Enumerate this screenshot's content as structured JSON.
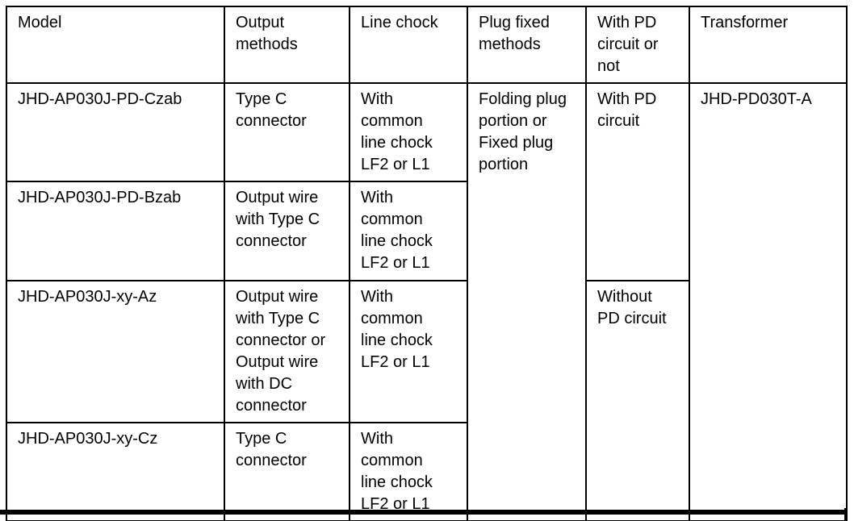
{
  "table": {
    "headers": {
      "model": "Model",
      "output_methods": "Output\nmethods",
      "line_chock": "Line chock",
      "plug_fixed_methods": "Plug fixed\nmethods",
      "pd_circuit": "With PD\ncircuit or\nnot",
      "transformer": "Transformer"
    },
    "rows": [
      {
        "model": "JHD-AP030J-PD-Czab",
        "output": "Type C\nconnector",
        "chock": "With\ncommon\nline chock\nLF2 or L1"
      },
      {
        "model": "JHD-AP030J-PD-Bzab",
        "output": "Output wire\nwith Type C\nconnector",
        "chock": "With\ncommon\nline chock\nLF2 or L1"
      },
      {
        "model": "JHD-AP030J-xy-Az",
        "output": "Output wire\nwith Type C\nconnector or\nOutput wire\nwith DC\nconnector",
        "chock": "With\ncommon\nline chock\nLF2 or L1"
      },
      {
        "model": "JHD-AP030J-xy-Cz",
        "output": "Type C\nconnector",
        "chock": "With\ncommon\nline chock\nLF2 or L1"
      }
    ],
    "merged": {
      "plug_fixed": "Folding plug\nportion or\nFixed plug\nportion",
      "with_pd": "With PD\ncircuit",
      "without_pd": "Without\nPD circuit",
      "transformer": "JHD-PD030T-A"
    },
    "colors": {
      "border": "#000000",
      "text": "#000000",
      "background": "#ffffff"
    }
  }
}
